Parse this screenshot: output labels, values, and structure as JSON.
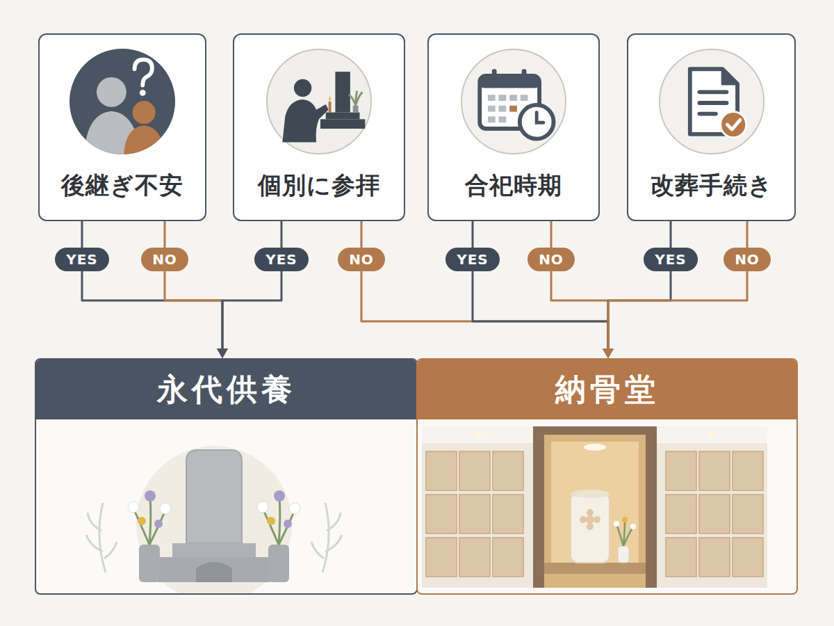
{
  "diagram": {
    "nodes": [
      {
        "text": [
          "後継ぎ不安"
        ]
      },
      {
        "text": [
          "個別に参拝"
        ]
      },
      {
        "text": [
          "合祀時期"
        ]
      },
      {
        "text": [
          "改葬手続き"
        ]
      },
      {
        "text": [
          "永代供養"
        ]
      },
      {
        "text": [
          "納骨堂"
        ]
      }
    ],
    "edges": [
      {
        "from": 0,
        "to": 4,
        "arrow": "to",
        "label": "YES"
      },
      {
        "from": 0,
        "to": 4,
        "arrow": "to",
        "label": "NO"
      },
      {
        "from": 1,
        "to": 4,
        "arrow": "to",
        "label": "YES"
      },
      {
        "from": 1,
        "to": 5,
        "arrow": "to",
        "label": "NO"
      },
      {
        "from": 2,
        "to": 5,
        "arrow": "to",
        "label": "YES"
      },
      {
        "from": 2,
        "to": 5,
        "arrow": "to",
        "label": "NO"
      },
      {
        "from": 3,
        "to": 5,
        "arrow": "to",
        "label": "YES"
      },
      {
        "from": 3,
        "to": 5,
        "arrow": "to",
        "label": "NO"
      }
    ]
  }
}
